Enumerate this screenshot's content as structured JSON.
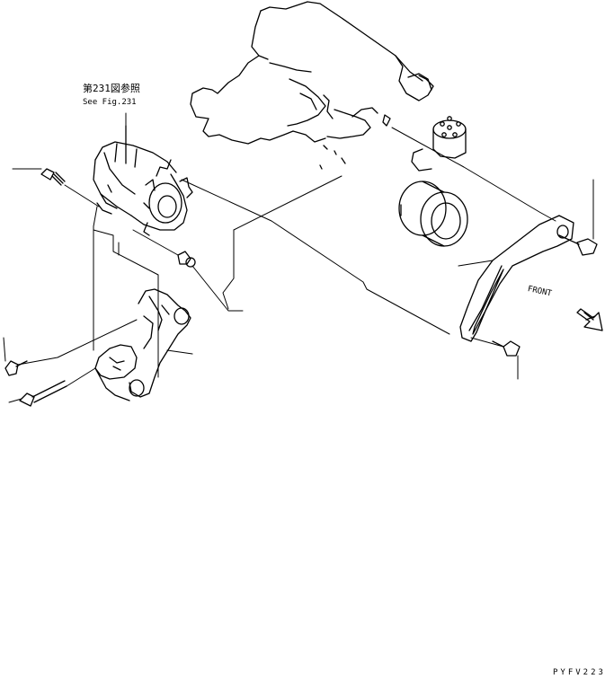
{
  "labels": {
    "fig_ref_jp": "第231図参照",
    "fig_ref_en": "See Fig.231",
    "front": "FRONT",
    "drawing_code": "PYFV223"
  },
  "colors": {
    "ink": "#000000",
    "paper": "#ffffff"
  },
  "icons": {
    "front_arrow": "hatched-arrow-down-right"
  }
}
